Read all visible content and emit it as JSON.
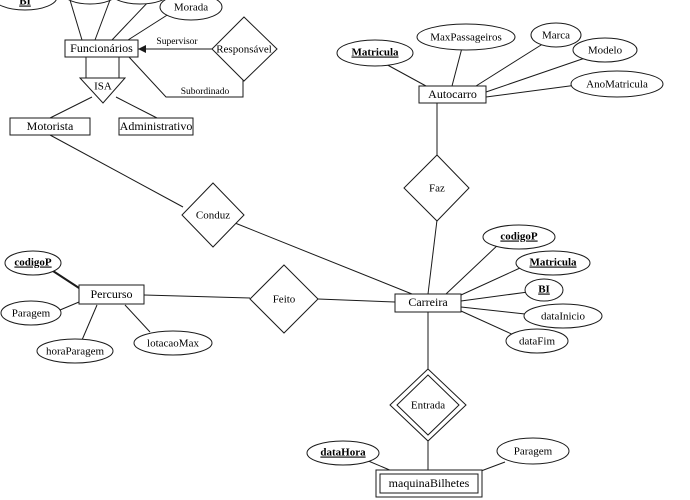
{
  "entities": {
    "funcionarios": "Funcionários",
    "motorista": "Motorista",
    "administrativo": "Administrativo",
    "autocarro": "Autocarro",
    "percurso": "Percurso",
    "carreira": "Carreira",
    "maquina_bilhetes": "maquinaBilhetes"
  },
  "relationships": {
    "responsavel": "Responsável",
    "conduz": "Conduz",
    "faz": "Faz",
    "feito": "Feito",
    "entrada": "Entrada",
    "isa": "ISA"
  },
  "edge_labels": {
    "supervisor": "Supervisor",
    "subordinado": "Subordinado"
  },
  "attributes": {
    "funcionarios": {
      "bi": "BI",
      "morada": "Morada"
    },
    "autocarro": {
      "matricula": "Matricula",
      "max_passageiros": "MaxPassageiros",
      "marca": "Marca",
      "modelo": "Modelo",
      "ano_matricula": "AnoMatricula"
    },
    "carreira": {
      "codigo_p": "codigoP",
      "matricula": "Matricula",
      "bi": "BI",
      "data_inicio": "dataInicio",
      "data_fim": "dataFim"
    },
    "percurso": {
      "codigo_p": "codigoP",
      "paragem": "Paragem",
      "hora_paragem": "horaParagem",
      "lotacao_max": "lotacaoMax"
    },
    "maquina_bilhetes": {
      "data_hora": "dataHora",
      "paragem": "Paragem"
    }
  }
}
